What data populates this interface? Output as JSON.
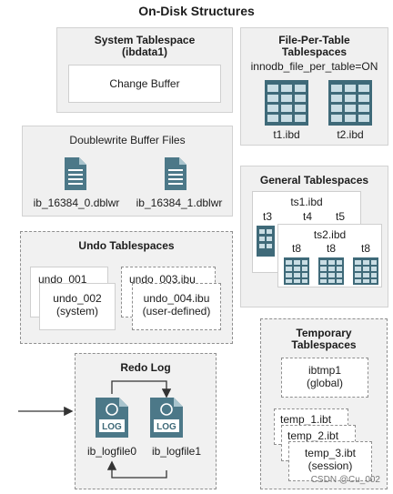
{
  "title": "On-Disk Structures",
  "system_tablespace": {
    "title": "System Tablespace",
    "subtitle": "(ibdata1)",
    "change_buffer": "Change Buffer"
  },
  "file_per_table": {
    "title": "File-Per-Table",
    "title2": "Tablespaces",
    "setting": "innodb_file_per_table=ON",
    "files": [
      "t1.ibd",
      "t2.ibd"
    ]
  },
  "doublewrite": {
    "title": "Doublewrite Buffer Files",
    "files": [
      "ib_16384_0.dblwr",
      "ib_16384_1.dblwr"
    ]
  },
  "general": {
    "title": "General Tablespaces",
    "ts1": "ts1.ibd",
    "ts1_tables": [
      "t3",
      "t4",
      "t5"
    ],
    "ts2": "ts2.ibd",
    "ts2_tables": [
      "t8",
      "t8",
      "t8"
    ]
  },
  "undo": {
    "title": "Undo Tablespaces",
    "undo_001": "undo_001",
    "undo_002": "undo_002",
    "system": "(system)",
    "undo_003": "undo_003.ibu",
    "undo_004": "undo_004.ibu",
    "user_defined": "(user-defined)"
  },
  "redo": {
    "title": "Redo Log",
    "log_icon": "LOG",
    "files": [
      "ib_logfile0",
      "ib_logfile1"
    ]
  },
  "temporary": {
    "title": "Temporary",
    "title2": "Tablespaces",
    "ibtmp1": "ibtmp1",
    "global": "(global)",
    "temp1": "temp_1.ibt",
    "temp2": "temp_2.ibt",
    "temp3": "temp_3.ibt",
    "session": "(session)"
  },
  "watermark": "CSDN @Cu_002",
  "colors": {
    "table_fill": "#3f6a79",
    "table_cell": "#c9dde4",
    "doc_fill": "#4c7888",
    "border_dark": "#8f8f8f"
  }
}
